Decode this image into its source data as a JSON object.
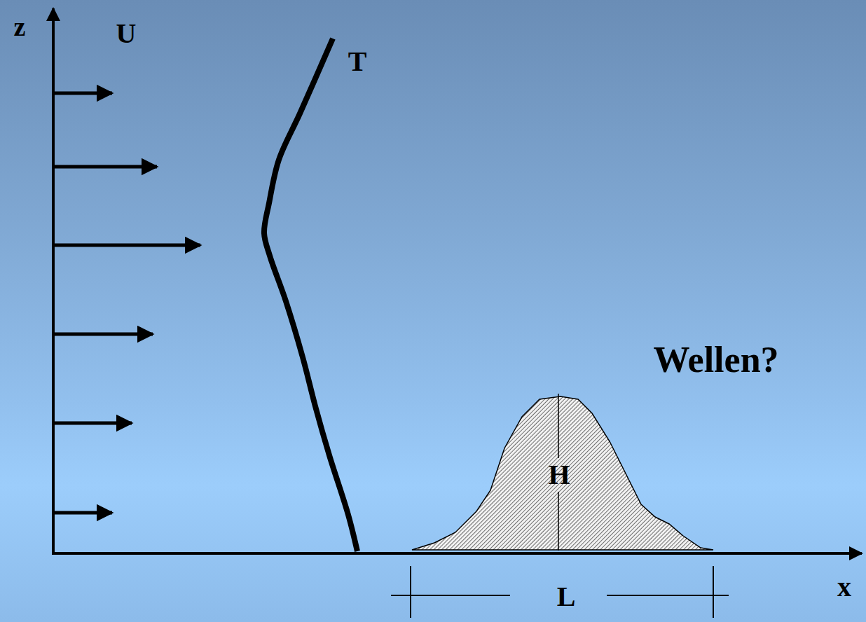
{
  "diagram": {
    "nodes": [
      {
        "text": [
          "H"
        ]
      }
    ],
    "labels": [
      "z",
      "U",
      "T",
      "Wellen?",
      "L",
      "x"
    ]
  }
}
